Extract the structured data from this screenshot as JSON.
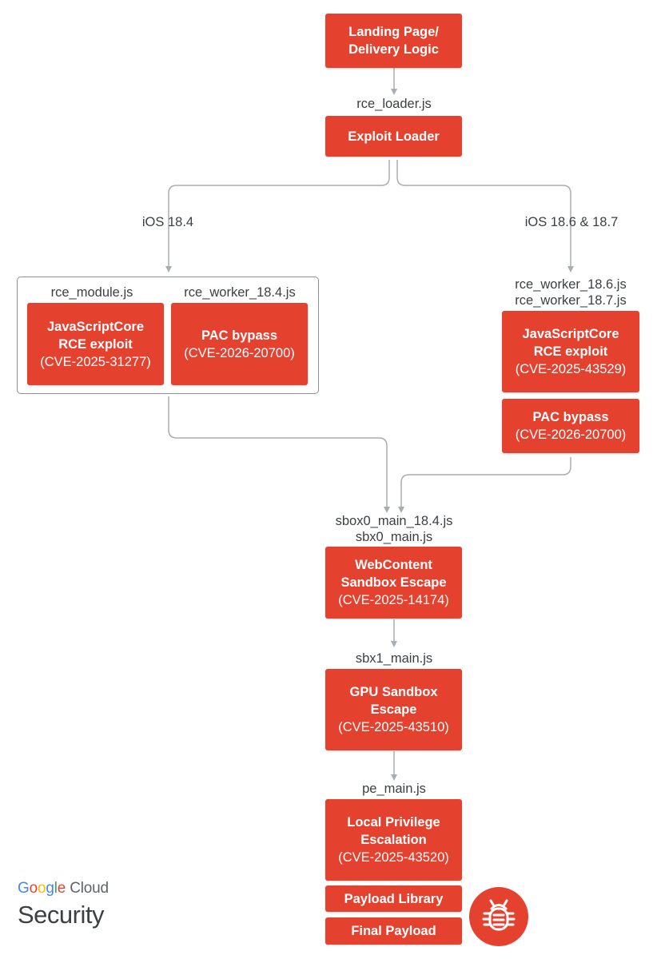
{
  "colors": {
    "box": "#e5412f",
    "wire": "#a8adb3",
    "text": "#3c4043"
  },
  "nodes": {
    "landing": {
      "title": "Landing Page/",
      "title2": "Delivery Logic"
    },
    "loader_file": "rce_loader.js",
    "loader": {
      "title": "Exploit Loader"
    },
    "branch_left": "iOS 18.4",
    "branch_right": "iOS 18.6 & 18.7",
    "left_group": {
      "file_a": "rce_module.js",
      "file_b": "rce_worker_18.4.js",
      "rce": {
        "title": "JavaScriptCore",
        "title2": "RCE exploit",
        "cve": "(CVE-2025-31277)"
      },
      "pac": {
        "title": "PAC bypass",
        "cve": "(CVE-2026-20700)"
      }
    },
    "right_group": {
      "file_a": "rce_worker_18.6.js",
      "file_b": "rce_worker_18.7.js",
      "rce": {
        "title": "JavaScriptCore",
        "title2": "RCE exploit",
        "cve": "(CVE-2025-43529)"
      },
      "pac": {
        "title": "PAC bypass",
        "cve": "(CVE-2026-20700)"
      }
    },
    "sbx0_files": {
      "a": "sbox0_main_18.4.js",
      "b": "sbx0_main.js"
    },
    "webcontent": {
      "title": "WebContent",
      "title2": "Sandbox Escape",
      "cve": "(CVE-2025-14174)"
    },
    "sbx1_file": "sbx1_main.js",
    "gpu": {
      "title": "GPU Sandbox",
      "title2": "Escape",
      "cve": "(CVE-2025-43510)"
    },
    "pe_file": "pe_main.js",
    "lpe": {
      "title": "Local Privilege",
      "title2": "Escalation",
      "cve": "(CVE-2025-43520)"
    },
    "payload_lib": {
      "title": "Payload Library"
    },
    "final_payload": {
      "title": "Final Payload"
    }
  },
  "brand": {
    "google_letters": [
      "G",
      "o",
      "o",
      "g",
      "l",
      "e"
    ],
    "google_colors": [
      "#4285F4",
      "#EA4335",
      "#FBBC05",
      "#4285F4",
      "#34A853",
      "#EA4335"
    ],
    "cloud": "Cloud",
    "security": "Security",
    "icon": "bug-icon"
  }
}
